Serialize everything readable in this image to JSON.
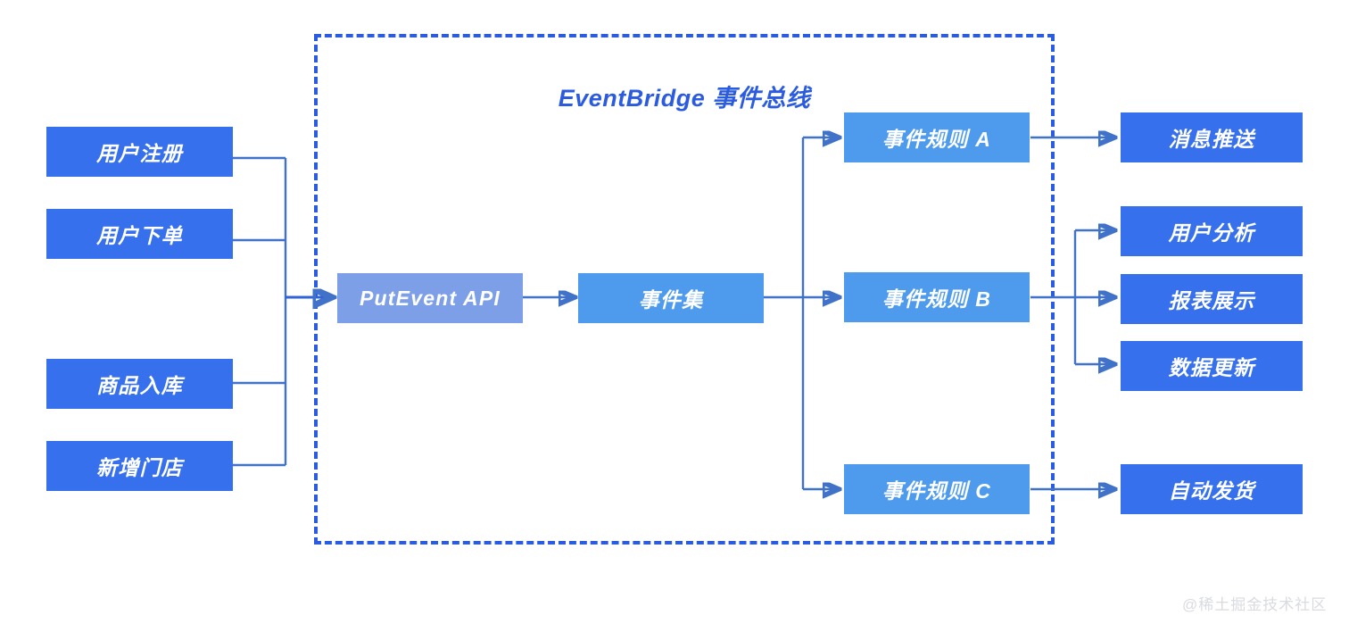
{
  "diagram": {
    "title": "EventBridge 事件总线",
    "watermark": "@稀土掘金技术社区",
    "colors": {
      "box_dark": "#3770ed",
      "box_mid": "#4e9bee",
      "box_light": "#7d9fe7",
      "frame_dash": "#2b5ce0",
      "wire": "#3f72c8",
      "title_text": "#2b5ce0",
      "box_text": "#ffffff",
      "watermark_text": "#d8dbe0",
      "background": "#ffffff"
    },
    "sources": [
      {
        "label": "用户注册"
      },
      {
        "label": "用户下单"
      },
      {
        "label": "商品入库"
      },
      {
        "label": "新增门店"
      }
    ],
    "pipeline": [
      {
        "label": "PutEvent API"
      },
      {
        "label": "事件集"
      }
    ],
    "rules": [
      {
        "label": "事件规则 A"
      },
      {
        "label": "事件规则 B"
      },
      {
        "label": "事件规则 C"
      }
    ],
    "targets": [
      {
        "label": "消息推送"
      },
      {
        "label": "用户分析"
      },
      {
        "label": "报表展示"
      },
      {
        "label": "数据更新"
      },
      {
        "label": "自动发货"
      }
    ]
  }
}
